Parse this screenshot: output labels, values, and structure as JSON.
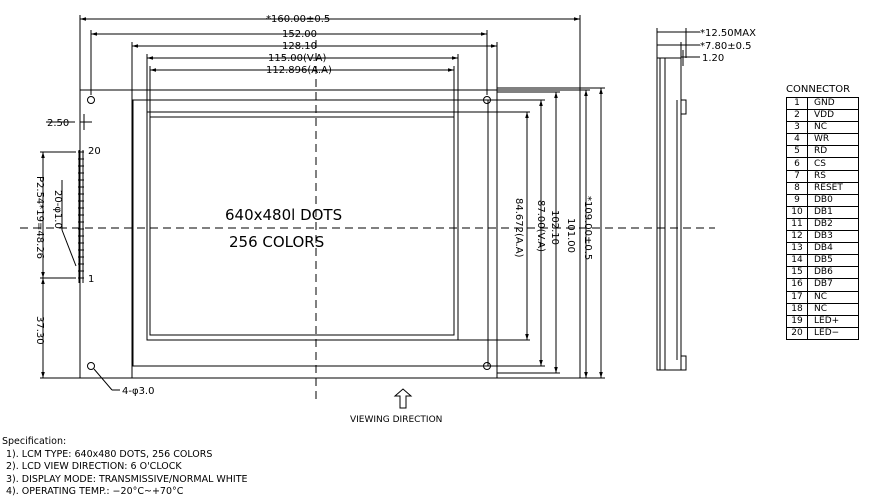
{
  "front_view": {
    "dim_160": "*160.00±0.5",
    "dim_152": "152.00",
    "dim_128": "128.10",
    "dim_115": "115.00(V.A)",
    "dim_112": "112.896(A.A)",
    "dim_250": "2.50",
    "pin_20": "20",
    "pin_1": "1",
    "pin_hole": "20-φ1.0",
    "pitch": "P2.54*19=48.26",
    "dim_3730": "37.30",
    "holes": "4-φ3.0",
    "dim_84": "84.672(A.A)",
    "dim_87": "87.00(V.A)",
    "dim_102": "102.10",
    "dim_101": "101.00",
    "dim_109": "*109.00±0.5",
    "display_line1": "640x480l DOTS",
    "display_line2": "256 COLORS",
    "viewing": "VIEWING DIRECTION"
  },
  "side_view": {
    "dim_1250": "*12.50MAX",
    "dim_780": "*7.80±0.5",
    "dim_120": "1.20"
  },
  "connector": {
    "title": "CONNECTOR",
    "pins": [
      {
        "no": "1",
        "sig": "GND"
      },
      {
        "no": "2",
        "sig": "VDD"
      },
      {
        "no": "3",
        "sig": "NC"
      },
      {
        "no": "4",
        "sig": "WR"
      },
      {
        "no": "5",
        "sig": "RD"
      },
      {
        "no": "6",
        "sig": "CS"
      },
      {
        "no": "7",
        "sig": "RS"
      },
      {
        "no": "8",
        "sig": "RESET"
      },
      {
        "no": "9",
        "sig": "DB0"
      },
      {
        "no": "10",
        "sig": "DB1"
      },
      {
        "no": "11",
        "sig": "DB2"
      },
      {
        "no": "12",
        "sig": "DB3"
      },
      {
        "no": "13",
        "sig": "DB4"
      },
      {
        "no": "14",
        "sig": "DB5"
      },
      {
        "no": "15",
        "sig": "DB6"
      },
      {
        "no": "16",
        "sig": "DB7"
      },
      {
        "no": "17",
        "sig": "NC"
      },
      {
        "no": "18",
        "sig": "NC"
      },
      {
        "no": "19",
        "sig": "LED+"
      },
      {
        "no": "20",
        "sig": "LED−"
      }
    ]
  },
  "specification": {
    "title": "Specification:",
    "items": [
      "1). LCM TYPE: 640x480 DOTS, 256 COLORS",
      "2). LCD VIEW DIRECTION: 6 O'CLOCK",
      "3). DISPLAY MODE: TRANSMISSIVE/NORMAL WHITE",
      "4). OPERATING TEMP.: −20°C~+70°C"
    ]
  }
}
